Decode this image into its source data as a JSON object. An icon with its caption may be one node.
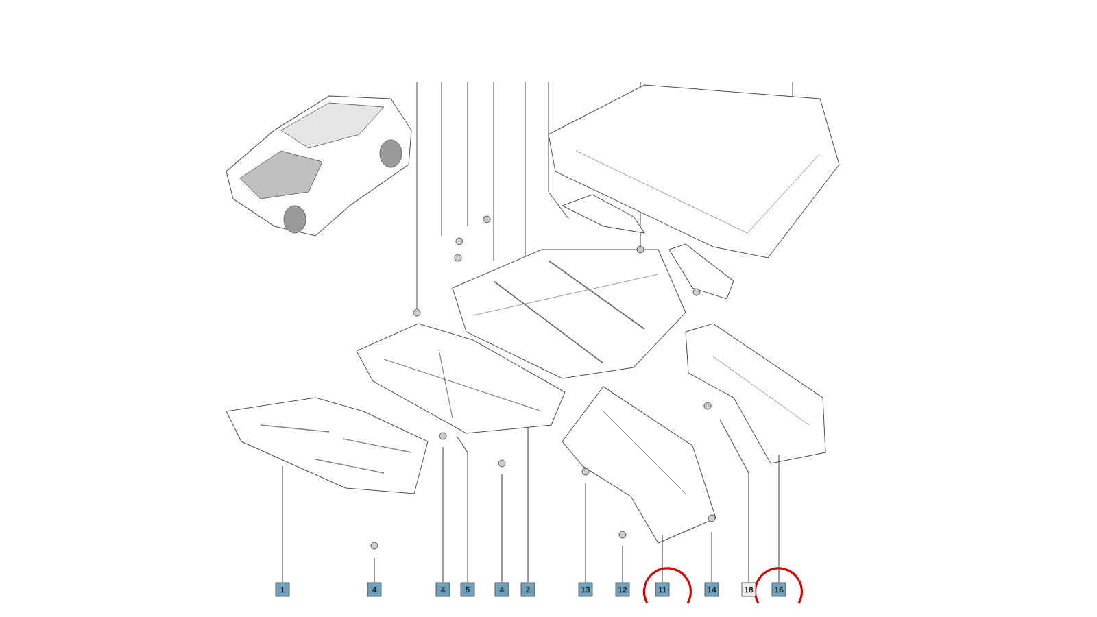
{
  "diagram": {
    "nodes": [
      {
        "text": [
          "1"
        ]
      },
      {
        "text": [
          "4"
        ]
      },
      {
        "text": [
          "4"
        ]
      },
      {
        "text": [
          "5"
        ]
      },
      {
        "text": [
          "4"
        ]
      },
      {
        "text": [
          "2"
        ]
      },
      {
        "text": [
          "13"
        ]
      },
      {
        "text": [
          "12"
        ]
      },
      {
        "text": [
          "11"
        ]
      },
      {
        "text": [
          "14"
        ]
      },
      {
        "text": [
          "18"
        ]
      },
      {
        "text": [
          "16"
        ]
      }
    ],
    "edges": [
      {
        "from": 0,
        "to": null,
        "arrow": "none"
      },
      {
        "from": 1,
        "to": null,
        "arrow": "none"
      },
      {
        "from": 2,
        "to": null,
        "arrow": "none"
      },
      {
        "from": 3,
        "to": null,
        "arrow": "none"
      },
      {
        "from": 4,
        "to": null,
        "arrow": "none"
      },
      {
        "from": 5,
        "to": null,
        "arrow": "none"
      },
      {
        "from": 6,
        "to": null,
        "arrow": "none"
      },
      {
        "from": 7,
        "to": null,
        "arrow": "none"
      },
      {
        "from": 8,
        "to": null,
        "arrow": "none"
      },
      {
        "from": 9,
        "to": null,
        "arrow": "none"
      },
      {
        "from": 10,
        "to": null,
        "arrow": "none"
      },
      {
        "from": 11,
        "to": null,
        "arrow": "none"
      }
    ]
  }
}
